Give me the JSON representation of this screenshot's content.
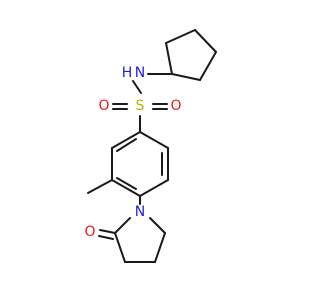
{
  "molecule": {
    "colors": {
      "bond": "#1a1a1a",
      "nitrogen": "#1e1ee6",
      "oxygen": "#e61e1e",
      "sulfur": "#b8b400"
    },
    "atoms": {
      "sulfonamide_N": "N",
      "sulfonamide_H": "H",
      "sulfur": "S",
      "sulfonyl_O_left": "O",
      "sulfonyl_O_right": "O",
      "pyrrolidinone_N": "N",
      "carbonyl_O": "O"
    }
  }
}
